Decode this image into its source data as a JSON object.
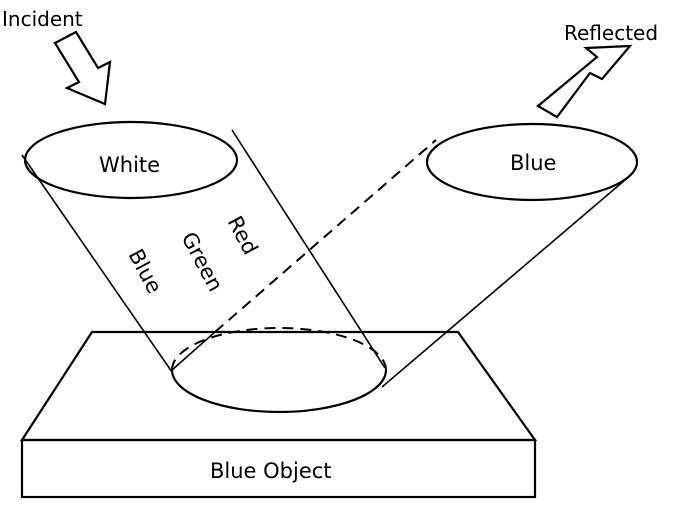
{
  "labels": {
    "incident": "Incident",
    "reflected": "Reflected",
    "white": "White",
    "blue_reflected": "Blue",
    "red": "Red",
    "green": "Green",
    "blue_incident": "Blue",
    "object": "Blue Object"
  }
}
